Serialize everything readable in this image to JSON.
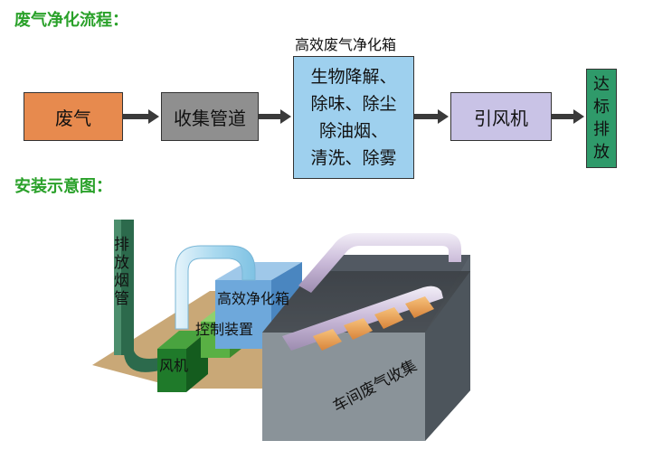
{
  "headings": {
    "process": "废气净化流程：",
    "install": "安装示意图："
  },
  "flow": {
    "box_title": "高效废气净化箱",
    "step1": "废气",
    "step2": "收集管道",
    "step3_lines": [
      "生物降解、",
      "除味、除尘",
      "除油烟、",
      "清洗、除雾"
    ],
    "step4": "引风机",
    "step5_chars": [
      "达",
      "标",
      "排",
      "放"
    ]
  },
  "illustration": {
    "chimney_chars": [
      "排",
      "放",
      "烟",
      "管"
    ],
    "box_label": "高效净化箱",
    "control_label": "控制装置",
    "fan_label": "风机",
    "workshop_label": "车间废气收集"
  },
  "colors": {
    "step1": "#e78a4e",
    "step2": "#8f8f8f",
    "step3": "#9ed0ee",
    "step4": "#c9c3e6",
    "step5": "#2f9a6a",
    "heading": "#2aa12a"
  }
}
